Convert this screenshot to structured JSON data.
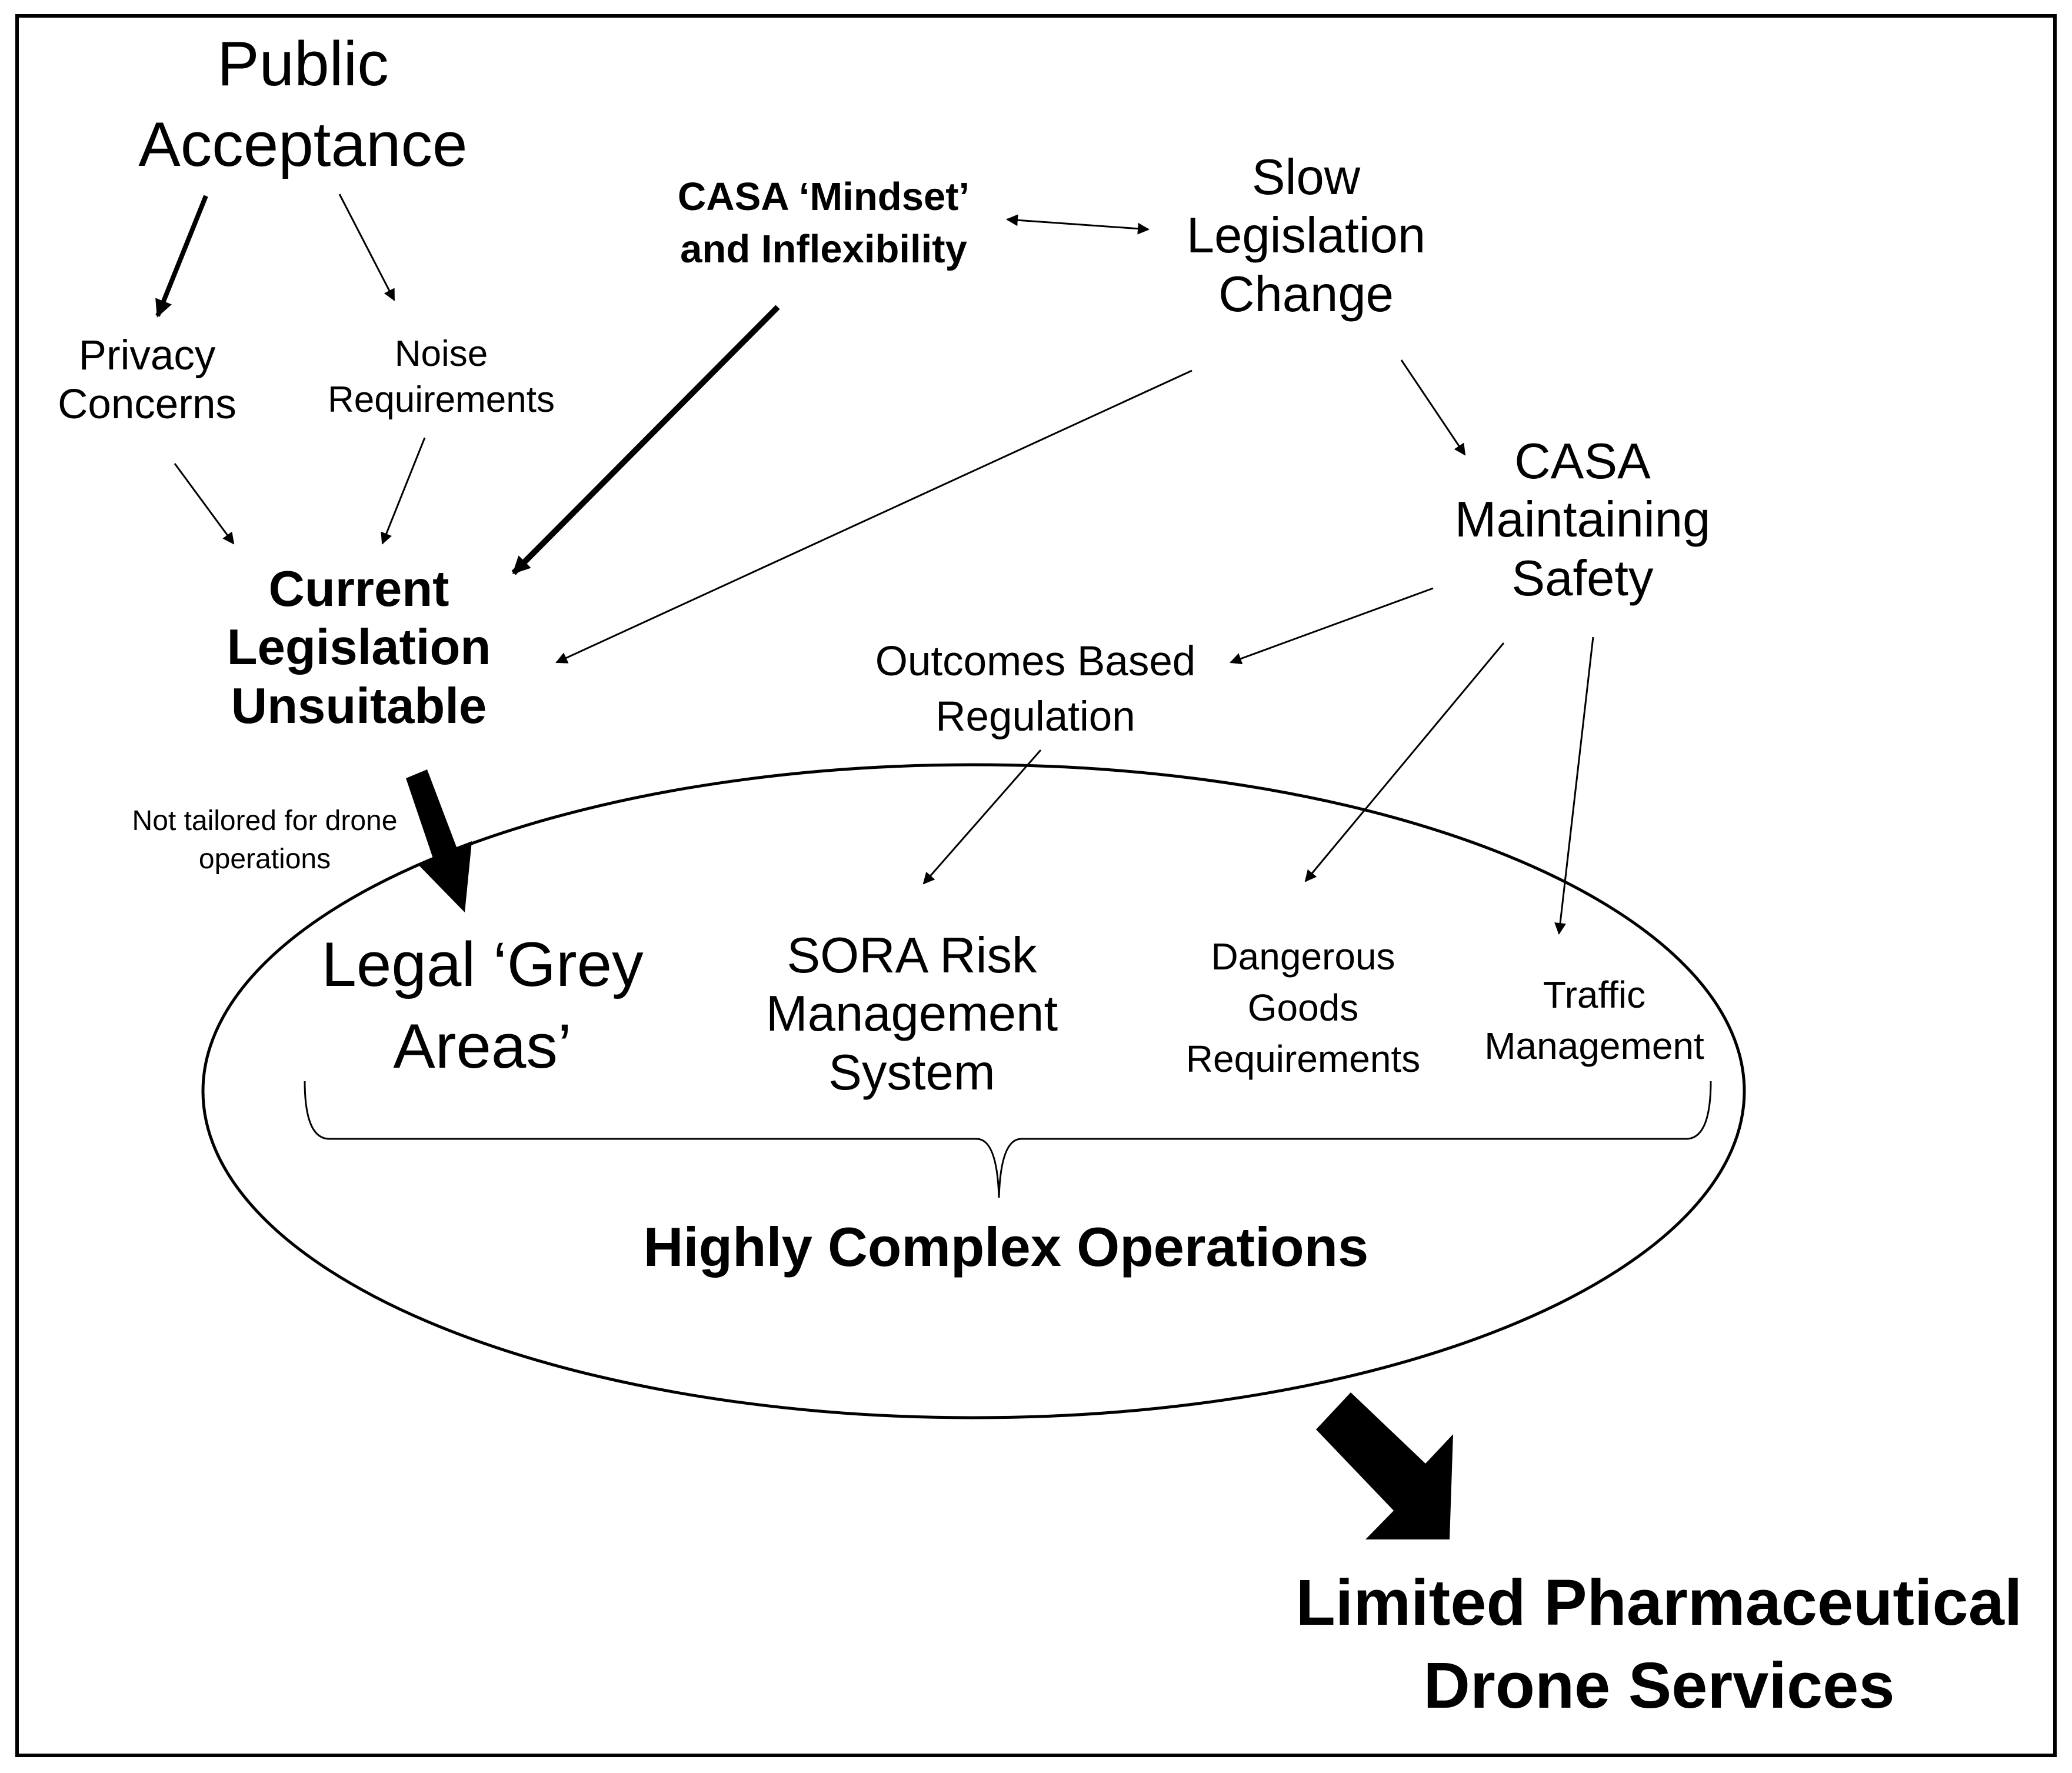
{
  "nodes": {
    "public_acceptance": [
      "Public",
      "Acceptance"
    ],
    "privacy_concerns": [
      "Privacy",
      "Concerns"
    ],
    "noise_requirements": [
      "Noise",
      "Requirements"
    ],
    "casa_mindset": [
      "CASA ‘Mindset’",
      "and Inflexibility"
    ],
    "slow_legislation": [
      "Slow",
      "Legislation",
      "Change"
    ],
    "current_legislation": [
      "Current",
      "Legislation",
      "Unsuitable"
    ],
    "casa_safety": [
      "CASA",
      "Maintaining",
      "Safety"
    ],
    "outcomes_regulation": [
      "Outcomes Based",
      "Regulation"
    ],
    "not_tailored": [
      "Not tailored for drone",
      "operations"
    ],
    "grey_areas": [
      "Legal ‘Grey",
      "Areas’"
    ],
    "sora": [
      "SORA Risk",
      "Management",
      "System"
    ],
    "dangerous_goods": [
      "Dangerous",
      "Goods",
      "Requirements"
    ],
    "traffic_management": [
      "Traffic",
      "Management"
    ],
    "complex_operations": [
      "Highly Complex Operations"
    ],
    "limited_services": [
      "Limited Pharmaceutical",
      "Drone Services"
    ]
  },
  "edges": [
    {
      "from": "public_acceptance",
      "to": "privacy_concerns",
      "style": "medium"
    },
    {
      "from": "public_acceptance",
      "to": "noise_requirements",
      "style": "thin"
    },
    {
      "from": "privacy_concerns",
      "to": "current_legislation",
      "style": "thin"
    },
    {
      "from": "noise_requirements",
      "to": "current_legislation",
      "style": "thin"
    },
    {
      "from": "casa_mindset",
      "to": "current_legislation",
      "style": "medium"
    },
    {
      "from": "casa_mindset",
      "to": "slow_legislation",
      "style": "thin",
      "bidirectional": true
    },
    {
      "from": "slow_legislation",
      "to": "current_legislation",
      "style": "thin"
    },
    {
      "from": "slow_legislation",
      "to": "casa_safety",
      "style": "thin"
    },
    {
      "from": "casa_safety",
      "to": "outcomes_regulation",
      "style": "thin"
    },
    {
      "from": "outcomes_regulation",
      "to": "sora",
      "style": "thin"
    },
    {
      "from": "casa_safety",
      "to": "dangerous_goods",
      "style": "thin"
    },
    {
      "from": "casa_safety",
      "to": "traffic_management",
      "style": "thin"
    },
    {
      "from": "current_legislation",
      "to": "grey_areas",
      "style": "block",
      "label": "not_tailored"
    },
    {
      "from": "complex_operations",
      "to": "limited_services",
      "style": "block"
    }
  ],
  "colors": {
    "ink": "#000000",
    "background": "#ffffff"
  }
}
